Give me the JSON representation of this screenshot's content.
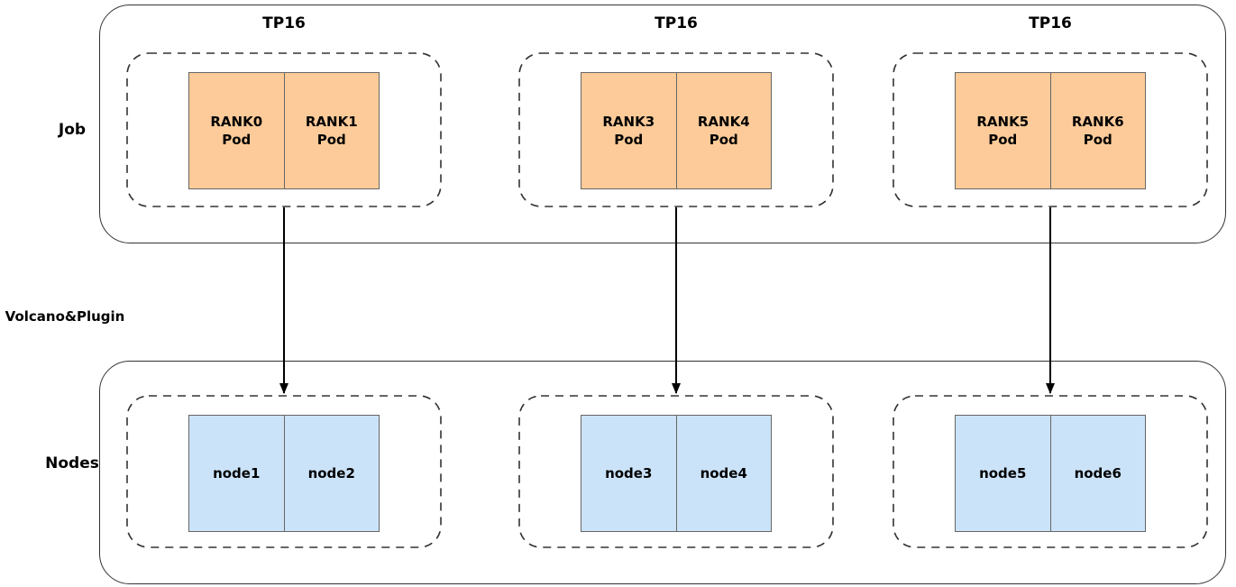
{
  "labels": {
    "job": "Job",
    "middleware": "Volcano&Plugin",
    "nodes": "Nodes"
  },
  "groups": [
    {
      "tp_label": "TP16",
      "pods": [
        {
          "rank": "RANK0",
          "type": "Pod"
        },
        {
          "rank": "RANK1",
          "type": "Pod"
        }
      ],
      "nodes": [
        "node1",
        "node2"
      ]
    },
    {
      "tp_label": "TP16",
      "pods": [
        {
          "rank": "RANK3",
          "type": "Pod"
        },
        {
          "rank": "RANK4",
          "type": "Pod"
        }
      ],
      "nodes": [
        "node3",
        "node4"
      ]
    },
    {
      "tp_label": "TP16",
      "pods": [
        {
          "rank": "RANK5",
          "type": "Pod"
        },
        {
          "rank": "RANK6",
          "type": "Pod"
        }
      ],
      "nodes": [
        "node5",
        "node6"
      ]
    }
  ],
  "colors": {
    "pod_fill": "#FDCB99",
    "node_fill": "#CBE3F9",
    "box_stroke": "#666666",
    "outline": "#333333",
    "arrow": "#000000",
    "text": "#000000"
  }
}
